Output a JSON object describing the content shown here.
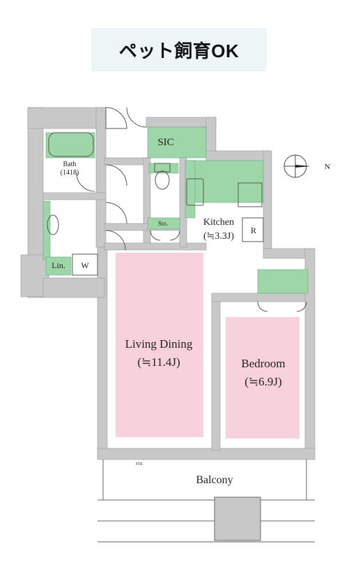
{
  "banner": {
    "text": "ペット飼育OK"
  },
  "rooms": {
    "sic": "SIC",
    "bath": "Bath",
    "bath_size": "(1418)",
    "kitchen": "Kitchen",
    "kitchen_area": "(≒3.3J)",
    "refrigerator": "R",
    "storage": "Sto.",
    "linen": "Lin.",
    "washer": "W",
    "living": "Living Dining",
    "living_area": "(≒11.4J)",
    "bedroom": "Bedroom",
    "bedroom_area": "(≒6.9J)",
    "balcony": "Balcony",
    "fix": "FIX"
  },
  "compass": {
    "label": "N"
  },
  "colors": {
    "wall": "#c8c8c8",
    "storage_green": "#9fd6a8",
    "room_pink": "#f7d2dc",
    "banner_bg": "#eef5f6"
  }
}
